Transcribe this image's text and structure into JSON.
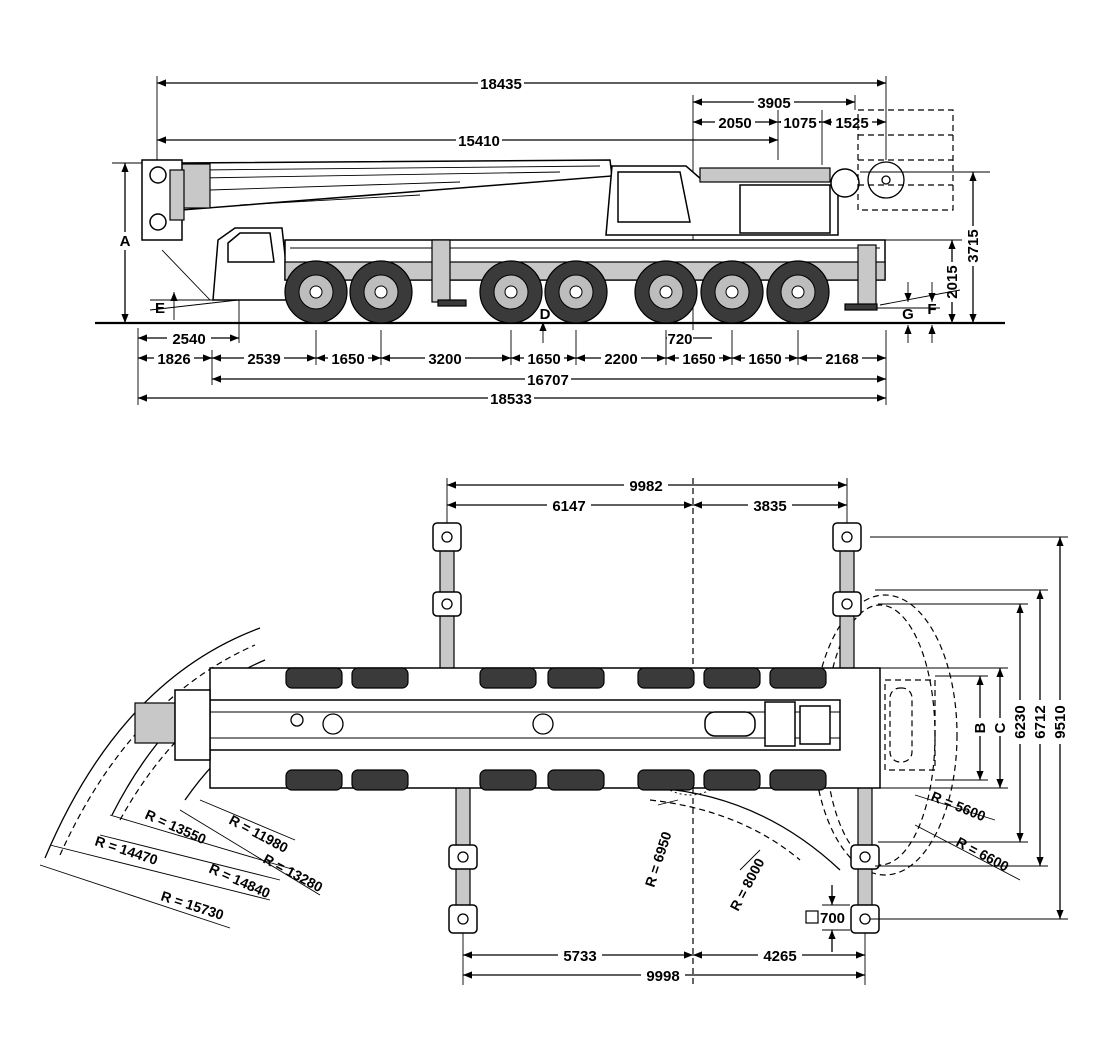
{
  "side_view": {
    "dimensions": [
      "18435",
      "3905",
      "2050",
      "1075",
      "1525",
      "15410",
      "3715",
      "2015",
      "2540",
      "720",
      "1826",
      "2539",
      "1650",
      "3200",
      "1650",
      "2200",
      "1650",
      "1650",
      "2168",
      "16707",
      "18533"
    ],
    "labels": [
      "A",
      "E",
      "D",
      "G",
      "F"
    ]
  },
  "top_view": {
    "dimensions": [
      "9982",
      "6147",
      "3835",
      "5733",
      "4265",
      "9998",
      "700",
      "6230",
      "6712",
      "9510"
    ],
    "labels": [
      "B",
      "C"
    ],
    "radii": [
      "R = 5600",
      "R = 6600",
      "R = 8000",
      "R = 6950",
      "R = 11980",
      "R = 13280",
      "R = 13550",
      "R = 14840",
      "R = 14470",
      "R = 15730"
    ]
  }
}
